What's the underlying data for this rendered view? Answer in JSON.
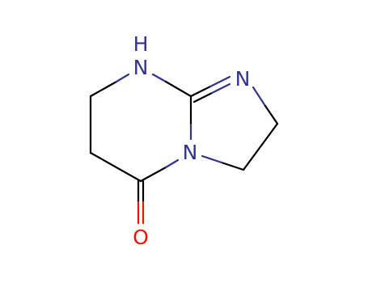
{
  "molecule": {
    "colors": {
      "carbon_bond": "#000000",
      "nitrogen": "#33338C",
      "oxygen": "#E8140A",
      "background": "#FFFFFF"
    },
    "atoms": [
      {
        "id": "N1",
        "text": "N",
        "hydrogen": "H",
        "element": "N"
      },
      {
        "id": "N2",
        "text": "N",
        "element": "N"
      },
      {
        "id": "N3",
        "text": "N",
        "element": "N"
      },
      {
        "id": "O1",
        "text": "O",
        "element": "O"
      }
    ]
  }
}
